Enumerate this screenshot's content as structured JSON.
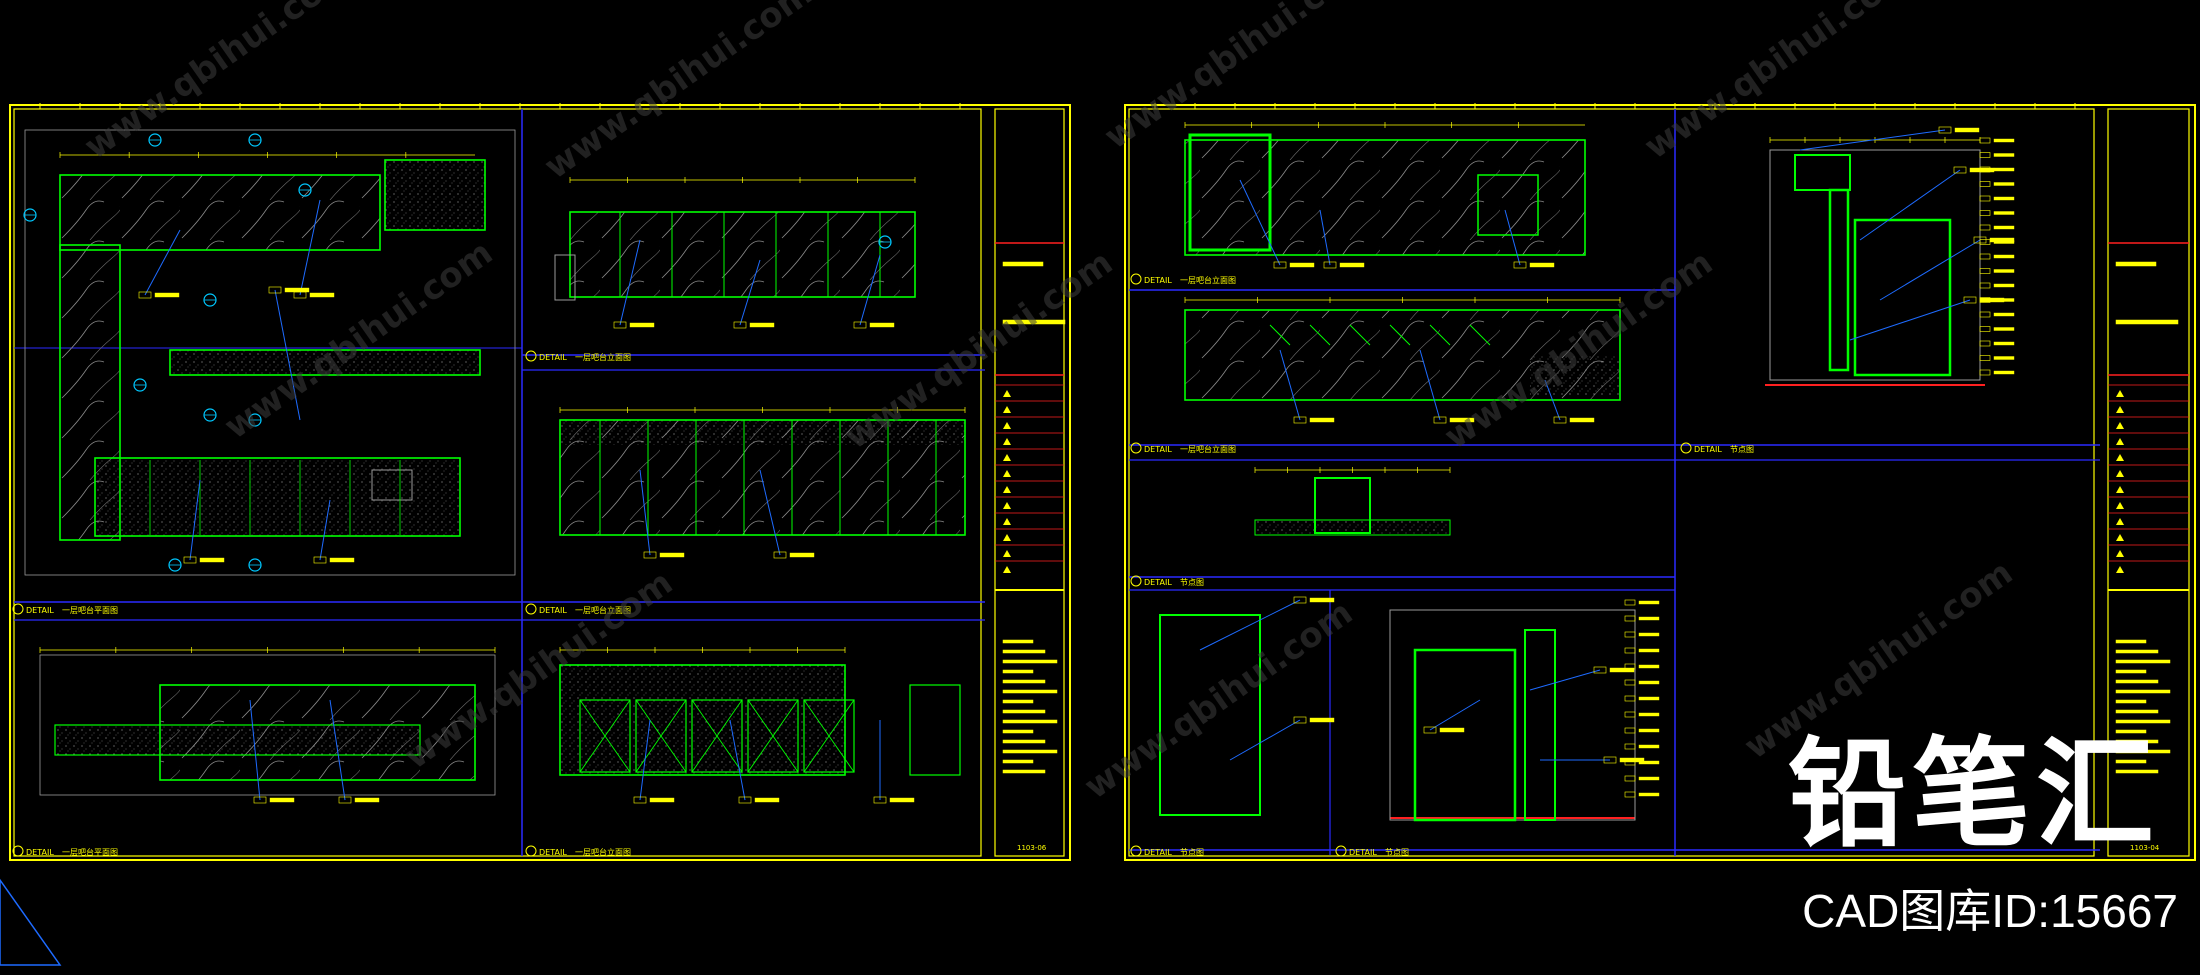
{
  "watermark": {
    "brand": "铅笔汇",
    "url": "www.qbihui.com",
    "cad_id": "CAD图库ID:15667"
  },
  "sheets": [
    {
      "sheet_number": "1103-06",
      "detail_prefix": "DETAIL",
      "views": [
        "一层吧台平面图",
        "一层吧台立面图",
        "一层吧台立面图",
        "一层吧台平面图",
        "一层吧台立面图"
      ]
    },
    {
      "sheet_number": "1103-04",
      "detail_prefix": "DETAIL",
      "views": [
        "一层吧台立面图",
        "一层吧台立面图",
        "节点图",
        "节点图",
        "节点图",
        "节点图"
      ]
    }
  ],
  "colors": {
    "frame": "#ffff00",
    "grid": "#2a2aff",
    "object": "#00ff00",
    "leader": "#1e6bff",
    "tag": "#ffff00",
    "red": "#ff2020",
    "cyan": "#00c8ff",
    "magenta": "#ff00ff",
    "grey": "#9a9a9a"
  }
}
